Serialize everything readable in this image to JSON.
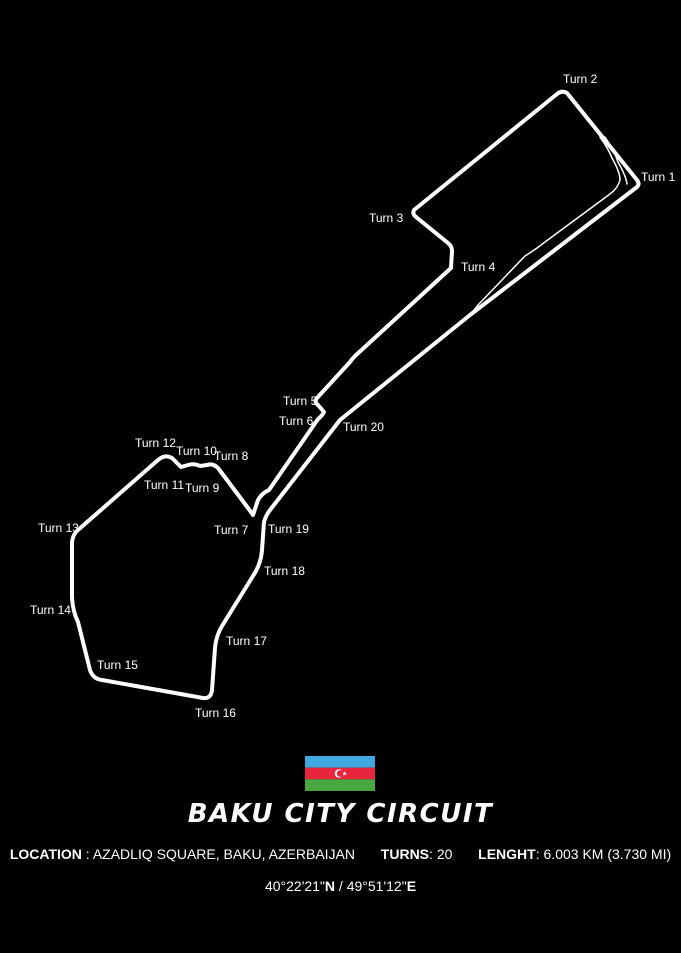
{
  "circuit": {
    "name": "BAKU CITY CIRCUIT",
    "track_color": "#ffffff",
    "background_color": "#000000",
    "turns": [
      {
        "label": "Turn 1"
      },
      {
        "label": "Turn 2"
      },
      {
        "label": "Turn 3"
      },
      {
        "label": "Turn 4"
      },
      {
        "label": "Turn 5"
      },
      {
        "label": "Turn 6"
      },
      {
        "label": "Turn 7"
      },
      {
        "label": "Turn 8"
      },
      {
        "label": "Turn 9"
      },
      {
        "label": "Turn 10"
      },
      {
        "label": "Turn 11"
      },
      {
        "label": "Turn 12"
      },
      {
        "label": "Turn 13"
      },
      {
        "label": "Turn 14"
      },
      {
        "label": "Turn 15"
      },
      {
        "label": "Turn 16"
      },
      {
        "label": "Turn 17"
      },
      {
        "label": "Turn 18"
      },
      {
        "label": "Turn 19"
      },
      {
        "label": "Turn 20"
      }
    ]
  },
  "flag": {
    "name": "azerbaijan-flag",
    "colors": {
      "blue": "#3fa8df",
      "red": "#e8253d",
      "green": "#4aa843",
      "emblem": "#ffffff"
    }
  },
  "info": {
    "location_label": "LOCATION",
    "location_sep": " : ",
    "location_value": "AZADLIQ SQUARE, BAKU, AZERBAIJAN",
    "turns_label": "TURNS",
    "turns_sep": ": ",
    "turns_value": "20",
    "length_label": "LENGHT",
    "length_sep": ": ",
    "length_value": "6.003 KM (3.730 MI)"
  },
  "coords": {
    "lat_value": "40°22'21\"",
    "lat_dir": "N",
    "separator": " / ",
    "lon_value": "49°51'12\"",
    "lon_dir": "E"
  }
}
